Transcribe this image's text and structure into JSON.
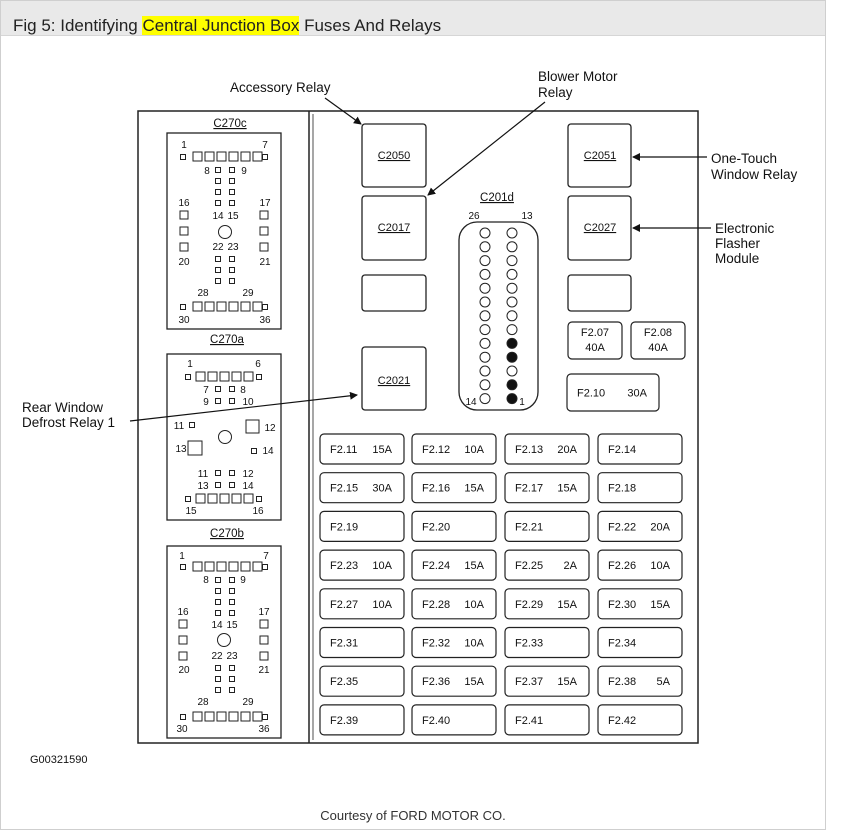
{
  "header": {
    "title_prefix": "Fig 5: Identifying ",
    "title_highlight": "Central Junction Box",
    "title_suffix": " Fuses And Relays",
    "highlight_color": "#ffff00"
  },
  "connectors": {
    "c270c": "C270c",
    "c270a": "C270a",
    "c270b": "C270b",
    "c201d": "C201d"
  },
  "pins": {
    "c270c": {
      "p1": "1",
      "p7": "7",
      "p8": "8",
      "p9": "9",
      "p16": "16",
      "p17": "17",
      "p14": "14",
      "p15": "15",
      "p20": "20",
      "p21": "21",
      "p22": "22",
      "p23": "23",
      "p28": "28",
      "p29": "29",
      "p30": "30",
      "p36": "36"
    },
    "c270b": {
      "p1": "1",
      "p7": "7",
      "p8": "8",
      "p9": "9",
      "p16": "16",
      "p17": "17",
      "p14": "14",
      "p15": "15",
      "p20": "20",
      "p21": "21",
      "p22": "22",
      "p23": "23",
      "p28": "28",
      "p29": "29",
      "p30": "30",
      "p36": "36"
    },
    "c270a": {
      "p1": "1",
      "p6": "6",
      "p7": "7",
      "p8": "8",
      "p9": "9",
      "p10": "10",
      "p11": "11",
      "p12": "12",
      "p13": "13",
      "p14": "14",
      "p11b": "11",
      "p12b": "12",
      "p13b": "13",
      "p14b": "14",
      "p15": "15",
      "p16": "16"
    },
    "c201d": {
      "p26": "26",
      "p13": "13",
      "p14": "14",
      "p1": "1"
    }
  },
  "relays": {
    "r1": "C2050",
    "r2": "C2051",
    "r3": "C2017",
    "r4": "C2027",
    "r5": "C2021"
  },
  "callouts": {
    "accessory_relay": "Accessory Relay",
    "blower_line1": "Blower Motor",
    "blower_line2": "Relay",
    "onetouch_line1": "One-Touch",
    "onetouch_line2": "Window Relay",
    "flasher_line1": "Electronic",
    "flasher_line2": "Flasher",
    "flasher_line3": "Module",
    "rear_line1": "Rear Window",
    "rear_line2": "Defrost Relay 1"
  },
  "fuses": [
    {
      "id": "F2.07",
      "amp": "40A"
    },
    {
      "id": "F2.08",
      "amp": "40A"
    },
    {
      "id": "F2.10",
      "amp": "30A"
    },
    {
      "id": "F2.11",
      "amp": "15A"
    },
    {
      "id": "F2.12",
      "amp": "10A"
    },
    {
      "id": "F2.13",
      "amp": "20A"
    },
    {
      "id": "F2.14",
      "amp": ""
    },
    {
      "id": "F2.15",
      "amp": "30A"
    },
    {
      "id": "F2.16",
      "amp": "15A"
    },
    {
      "id": "F2.17",
      "amp": "15A"
    },
    {
      "id": "F2.18",
      "amp": ""
    },
    {
      "id": "F2.19",
      "amp": ""
    },
    {
      "id": "F2.20",
      "amp": ""
    },
    {
      "id": "F2.21",
      "amp": ""
    },
    {
      "id": "F2.22",
      "amp": "20A"
    },
    {
      "id": "F2.23",
      "amp": "10A"
    },
    {
      "id": "F2.24",
      "amp": "15A"
    },
    {
      "id": "F2.25",
      "amp": "2A"
    },
    {
      "id": "F2.26",
      "amp": "10A"
    },
    {
      "id": "F2.27",
      "amp": "10A"
    },
    {
      "id": "F2.28",
      "amp": "10A"
    },
    {
      "id": "F2.29",
      "amp": "15A"
    },
    {
      "id": "F2.30",
      "amp": "15A"
    },
    {
      "id": "F2.31",
      "amp": ""
    },
    {
      "id": "F2.32",
      "amp": "10A"
    },
    {
      "id": "F2.33",
      "amp": ""
    },
    {
      "id": "F2.34",
      "amp": ""
    },
    {
      "id": "F2.35",
      "amp": ""
    },
    {
      "id": "F2.36",
      "amp": "15A"
    },
    {
      "id": "F2.37",
      "amp": "15A"
    },
    {
      "id": "F2.38",
      "amp": "5A"
    },
    {
      "id": "F2.39",
      "amp": ""
    },
    {
      "id": "F2.40",
      "amp": ""
    },
    {
      "id": "F2.41",
      "amp": ""
    },
    {
      "id": "F2.42",
      "amp": ""
    }
  ],
  "figure_code": "G00321590",
  "footer": "Courtesy of FORD MOTOR CO."
}
